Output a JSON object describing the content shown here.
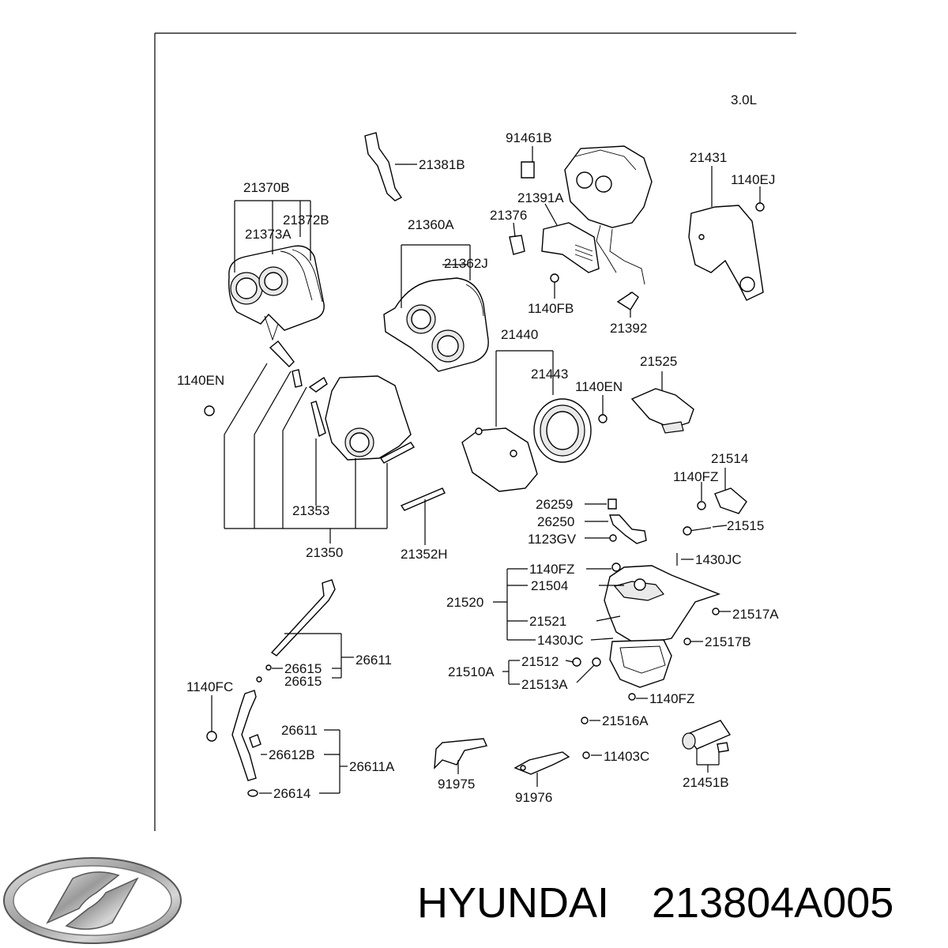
{
  "engine_label": "3.0L",
  "brand_name": "HYUNDAI",
  "part_number": "213804A005",
  "logo_icon": "hyundai-logo-icon",
  "callouts": {
    "p21381B": "21381B",
    "p91461B": "91461B",
    "p21431": "21431",
    "p1140EJ": "1140EJ",
    "p21370B": "21370B",
    "p21372B": "21372B",
    "p21373A": "21373A",
    "p21360A": "21360A",
    "p21362J": "21362J",
    "p21391A": "21391A",
    "p21376": "21376",
    "p1140FB": "1140FB",
    "p21392": "21392",
    "p21440": "21440",
    "p21443": "21443",
    "p1140EN_a": "1140EN",
    "p1140EN_b": "1140EN",
    "p21525": "21525",
    "p21514": "21514",
    "p1140FZ_a": "1140FZ",
    "p21515": "21515",
    "p26259": "26259",
    "p26250": "26250",
    "p1123GV": "1123GV",
    "p21353": "21353",
    "p21350": "21350",
    "p21352H": "21352H",
    "p1430JC_a": "1430JC",
    "p1140FZ_b": "1140FZ",
    "p21504": "21504",
    "p21520": "21520",
    "p21521": "21521",
    "p21517A": "21517A",
    "p1430JC_b": "1430JC",
    "p21517B": "21517B",
    "p21512": "21512",
    "p21510A": "21510A",
    "p21513A": "21513A",
    "p1140FZ_c": "1140FZ",
    "p26611_a": "26611",
    "p26615_a": "26615",
    "p26615_b": "26615",
    "p1140FC": "1140FC",
    "p26611_b": "26611",
    "p26612B": "26612B",
    "p26611A": "26611A",
    "p26614": "26614",
    "p91975": "91975",
    "p91976": "91976",
    "p21516A": "21516A",
    "p11403C": "11403C",
    "p21451B": "21451B"
  }
}
